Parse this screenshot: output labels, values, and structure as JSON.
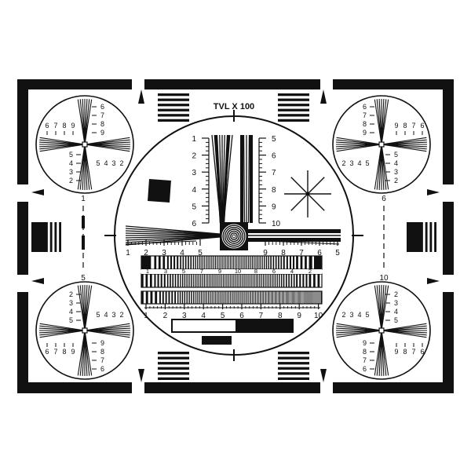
{
  "title": "TVL X 100",
  "colors": {
    "ink": "#111111",
    "paper": "#ffffff"
  },
  "corners": {
    "tl": {
      "top": [
        "6",
        "7",
        "8",
        "9"
      ],
      "right_upper": [
        "6",
        "7",
        "8",
        "9"
      ],
      "right_lower": [
        "5",
        "4",
        "3",
        "2"
      ],
      "bottom": [
        "5",
        "4",
        "3",
        "2"
      ]
    },
    "tr": {
      "top": [
        "9",
        "8",
        "7",
        "6"
      ],
      "left_upper": [
        "6",
        "7",
        "8",
        "9"
      ],
      "left_lower": [
        "5",
        "4",
        "3",
        "2"
      ],
      "bottom": [
        "2",
        "3",
        "4",
        "5"
      ]
    },
    "bl": {
      "left_upper": [
        "2",
        "3",
        "4",
        "5"
      ],
      "top": [
        "5",
        "4",
        "3",
        "2"
      ],
      "right_lower": [
        "9",
        "8",
        "7",
        "6"
      ],
      "bottom": [
        "6",
        "7",
        "8",
        "9"
      ]
    },
    "br": {
      "top": [
        "2",
        "3",
        "4",
        "5"
      ],
      "right_upper": [
        "2",
        "3",
        "4",
        "5"
      ],
      "left_lower": [
        "9",
        "8",
        "7",
        "6"
      ],
      "bottom": [
        "9",
        "8",
        "7",
        "6"
      ]
    }
  },
  "center": {
    "left_scale": [
      "1",
      "2",
      "3",
      "4",
      "5",
      "6"
    ],
    "right_scale": [
      "5",
      "6",
      "7",
      "8",
      "9",
      "10"
    ],
    "horiz_left": [
      "1",
      "2",
      "3",
      "4",
      "5"
    ],
    "horiz_right": [
      "9",
      "8",
      "7",
      "6",
      "5"
    ],
    "upper_strip": [
      "1",
      "3",
      "5",
      "7",
      "9",
      "10",
      "8",
      "6",
      "4",
      "2"
    ],
    "bottom_scale": [
      "1",
      "2",
      "3",
      "4",
      "5",
      "6",
      "7",
      "8",
      "9",
      "10"
    ]
  },
  "side_marks": {
    "left_top": "1",
    "left_bottom": "5",
    "right_top": "6",
    "right_bottom": "10"
  }
}
